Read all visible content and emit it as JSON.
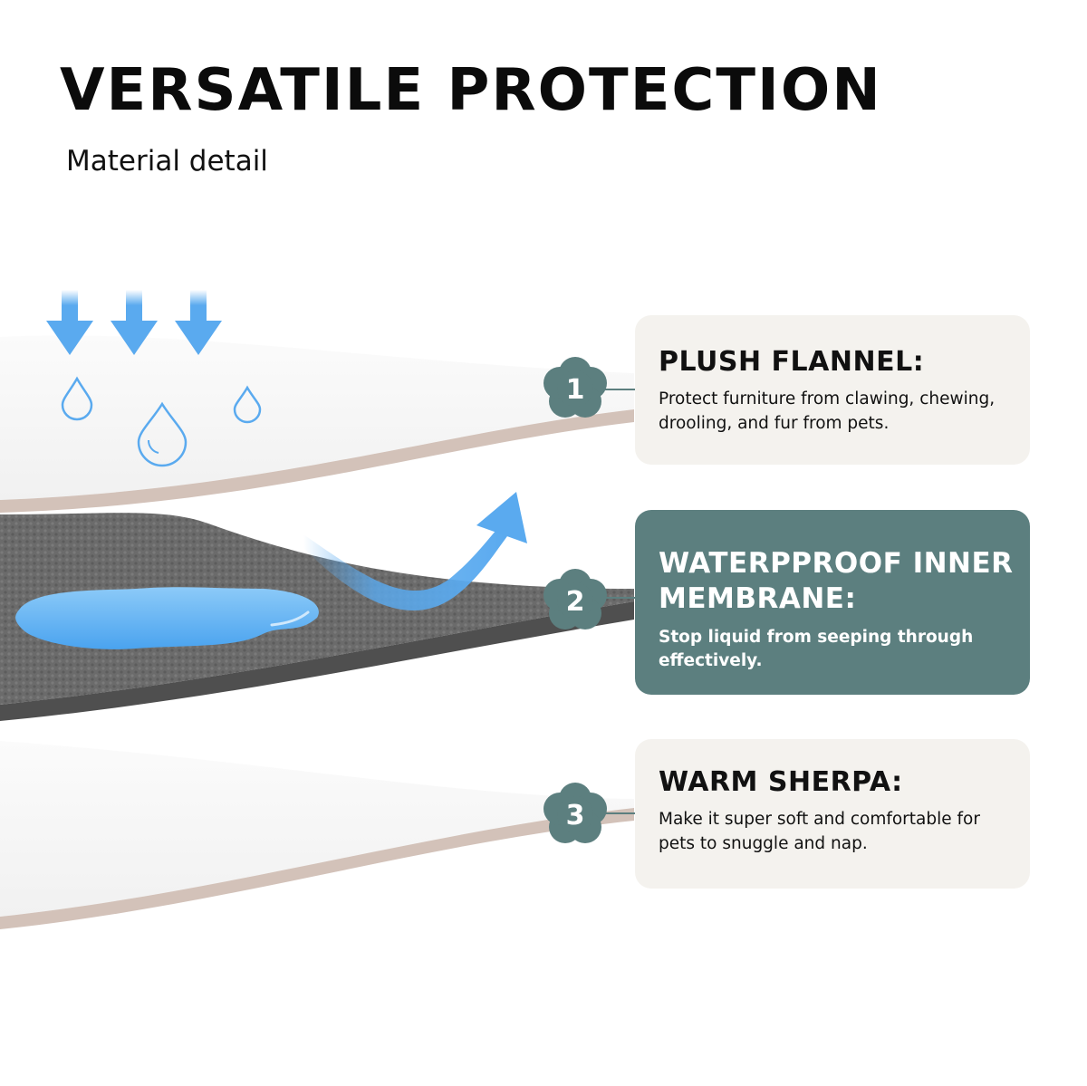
{
  "header": {
    "title": "VERSATILE PROTECTION",
    "subtitle": "Material detail"
  },
  "layers": [
    {
      "number": "1",
      "heading": "PLUSH FLANNEL:",
      "description": "Protect furniture from clawing, chewing, drooling, and fur from pets.",
      "style": "light"
    },
    {
      "number": "2",
      "heading": "WATERPPROOF INNER MEMBRANE:",
      "description": "Stop liquid from seeping through effectively.",
      "style": "dark"
    },
    {
      "number": "3",
      "heading": "WARM SHERPA:",
      "description": "Make it super soft and comfortable for pets to snuggle and nap.",
      "style": "light"
    }
  ],
  "icons": [
    "down-arrow-icon",
    "water-drop-icon",
    "curved-arrow-icon",
    "water-puddle-icon",
    "number-badge-icon"
  ],
  "colors": {
    "accent": "#5c7f7f",
    "card_light": "#f4f2ee",
    "arrow_blue": "#5aaaef",
    "membrane": "#595959",
    "layer_edge": "#d3c2b9"
  }
}
